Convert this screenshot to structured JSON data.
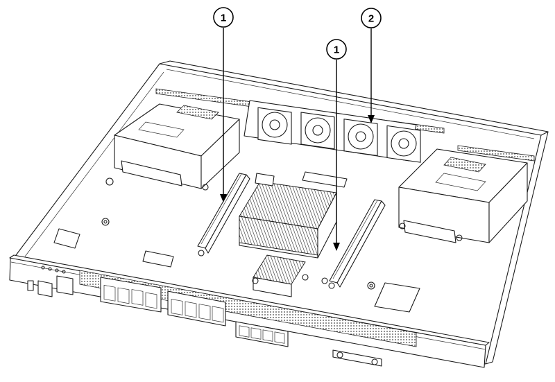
{
  "callouts": [
    {
      "id": "callout-1-left",
      "label": "1"
    },
    {
      "id": "callout-1-right",
      "label": "1"
    },
    {
      "id": "callout-2",
      "label": "2"
    }
  ],
  "colors": {
    "line": "#1a1a1a",
    "background": "#ffffff"
  }
}
